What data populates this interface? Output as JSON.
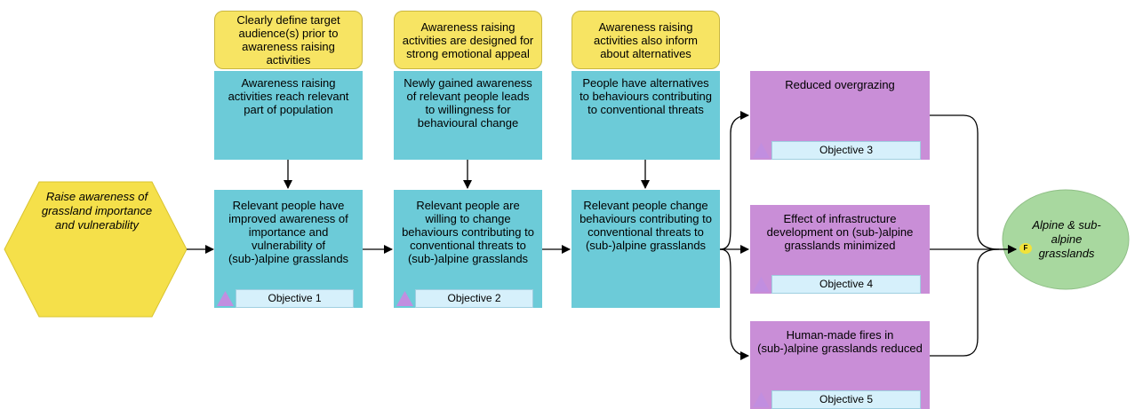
{
  "start_node": {
    "text": "Raise awareness of grassland importance and vulnerability"
  },
  "assumptions": [
    {
      "text": "Clearly define target audience(s) prior to awareness raising activities"
    },
    {
      "text": "Awareness raising activities are designed for strong emotional appeal"
    },
    {
      "text": "Awareness raising activities also inform about alternatives"
    }
  ],
  "conditions": [
    {
      "text": "Awareness raising activities reach relevant part of population"
    },
    {
      "text": "Newly gained awareness of relevant people leads to willingness for behavioural change"
    },
    {
      "text": "People have alternatives to behaviours contributing to conventional threats"
    }
  ],
  "results": [
    {
      "text": "Relevant people have improved awareness of importance and vulnerability of (sub-)alpine grasslands",
      "objective": "Objective 1"
    },
    {
      "text": "Relevant people are willing to change behaviours contributing to conventional threats to (sub-)alpine grasslands",
      "objective": "Objective 2"
    },
    {
      "text": "Relevant people change behaviours contributing to conventional threats to (sub-)alpine grasslands"
    }
  ],
  "outcomes": [
    {
      "text": "Reduced overgrazing",
      "objective": "Objective 3"
    },
    {
      "text": "Effect of infrastructure development on (sub-)alpine grasslands minimized",
      "objective": "Objective 4"
    },
    {
      "text": "Human-made fires in (sub-)alpine grasslands reduced",
      "objective": "Objective 5"
    }
  ],
  "target": {
    "text": "Alpine & sub-alpine grasslands",
    "badge": "F"
  },
  "colors": {
    "assumption": "#f7e463",
    "condition": "#6ccbd8",
    "outcome": "#c98ed7",
    "start": "#f5e04a",
    "target": "#a8d89f",
    "objective_tab": "#d6f0fb",
    "objective_triangle": "#c18ee0"
  }
}
